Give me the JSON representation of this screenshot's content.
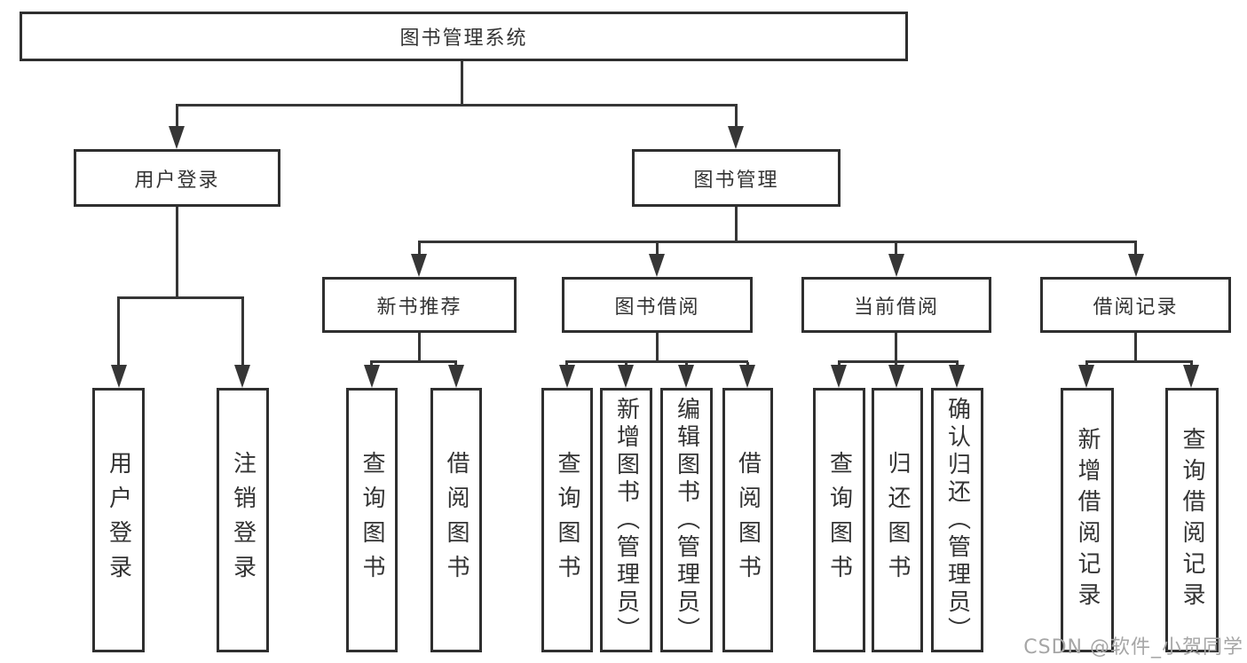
{
  "diagram": {
    "root": {
      "label": "图书管理系统"
    },
    "user_login": {
      "label": "用户登录",
      "children": {
        "login": {
          "label": "用户登录"
        },
        "logout": {
          "label": "注销登录"
        }
      }
    },
    "book_mgmt": {
      "label": "图书管理",
      "children": {
        "new_book_rec": {
          "label": "新书推荐",
          "children": {
            "query_books": {
              "label": "查询图书"
            },
            "borrow_books": {
              "label": "借阅图书"
            }
          }
        },
        "book_borrow": {
          "label": "图书借阅",
          "children": {
            "query_books": {
              "label": "查询图书"
            },
            "add_books_admin": {
              "label": "新增图书（管理员）"
            },
            "edit_books_admin": {
              "label": "编辑图书（管理员）"
            },
            "borrow_books": {
              "label": "借阅图书"
            }
          }
        },
        "current_borrow": {
          "label": "当前借阅",
          "children": {
            "query_books": {
              "label": "查询图书"
            },
            "return_books": {
              "label": "归还图书"
            },
            "confirm_return_admin": {
              "label": "确认归还（管理员）"
            }
          }
        },
        "borrow_records": {
          "label": "借阅记录",
          "children": {
            "add_record": {
              "label": "新增借阅记录"
            },
            "query_record": {
              "label": "查询借阅记录"
            }
          }
        }
      }
    }
  },
  "watermark": {
    "label": "CSDN @软件_小贺同学"
  },
  "colors": {
    "line": "#363636",
    "box_border": "#2f2f2f",
    "text": "#333333",
    "watermark_text": "#a6a6a6",
    "background": "#ffffff"
  }
}
